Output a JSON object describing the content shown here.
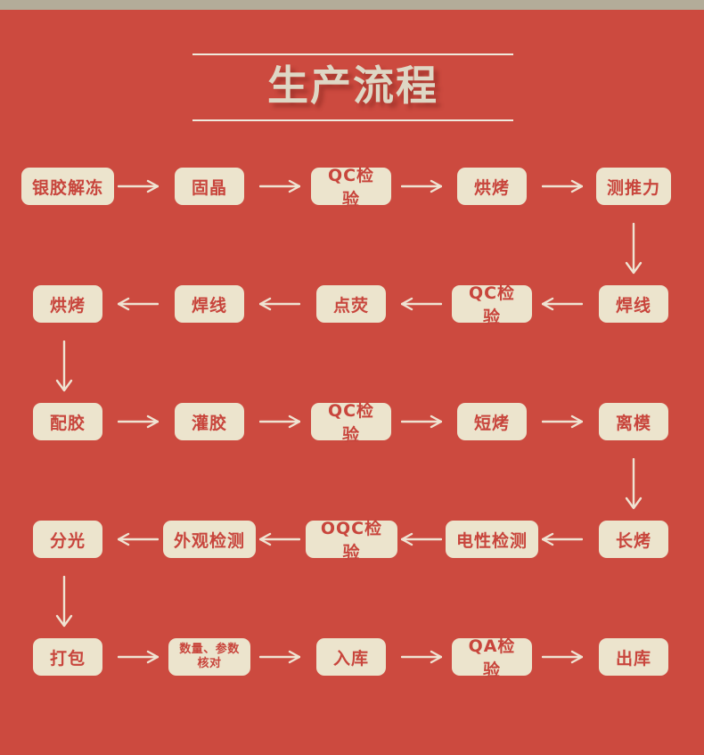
{
  "page": {
    "background_color": "#cc4a3f",
    "top_bar_color": "#b3ac99",
    "node_fill_color": "#ece4cd",
    "node_text_color": "#c8453c",
    "arrow_color": "#efe3d2",
    "title_color": "#ded7c5"
  },
  "header": {
    "title": "生产流程"
  },
  "flow": {
    "rows": [
      {
        "direction": "right",
        "nodes": [
          {
            "label": "银胶解冻"
          },
          {
            "label": "固晶"
          },
          {
            "label": "QC检验"
          },
          {
            "label": "烘烤"
          },
          {
            "label": "测推力"
          }
        ]
      },
      {
        "direction": "left",
        "nodes": [
          {
            "label": "烘烤"
          },
          {
            "label": "焊线"
          },
          {
            "label": "点荧"
          },
          {
            "label": "QC检验"
          },
          {
            "label": "焊线"
          }
        ]
      },
      {
        "direction": "right",
        "nodes": [
          {
            "label": "配胶"
          },
          {
            "label": "灌胶"
          },
          {
            "label": "QC检验"
          },
          {
            "label": "短烤"
          },
          {
            "label": "离模"
          }
        ]
      },
      {
        "direction": "left",
        "nodes": [
          {
            "label": "分光"
          },
          {
            "label": "外观检测"
          },
          {
            "label": "OQC检验"
          },
          {
            "label": "电性检测"
          },
          {
            "label": "长烤"
          }
        ]
      },
      {
        "direction": "right",
        "nodes": [
          {
            "label": "打包"
          },
          {
            "label": "数量、参数\n核对"
          },
          {
            "label": "入库"
          },
          {
            "label": "QA检验"
          },
          {
            "label": "出库"
          }
        ]
      }
    ],
    "connectors": [
      {
        "name": "down-arrow-row1-to-row2",
        "side": "right"
      },
      {
        "name": "down-arrow-row2-to-row3",
        "side": "left"
      },
      {
        "name": "down-arrow-row3-to-row4",
        "side": "right"
      },
      {
        "name": "down-arrow-row4-to-row5",
        "side": "left"
      }
    ]
  }
}
